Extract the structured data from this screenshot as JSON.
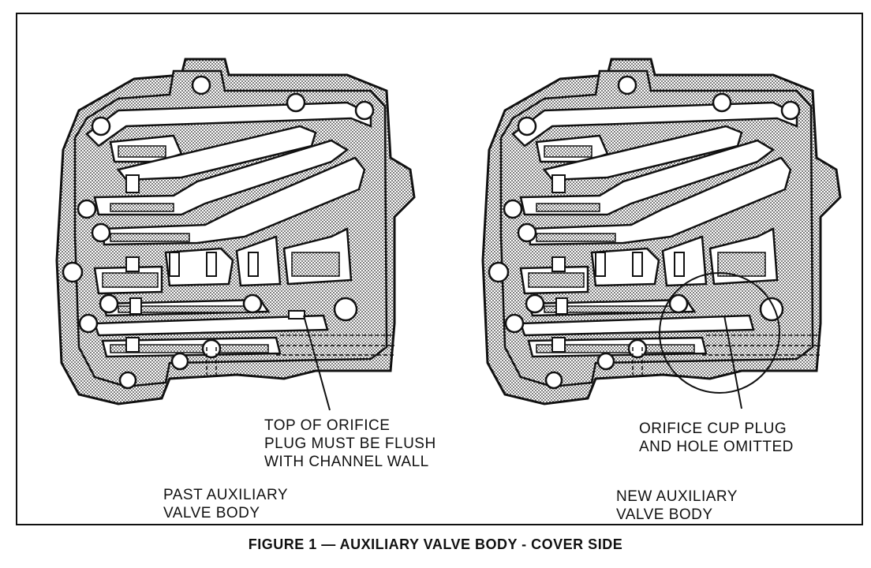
{
  "figure": {
    "caption": "FIGURE 1 — AUXILIARY VALVE BODY - COVER SIDE"
  },
  "left_panel": {
    "callout_lines": [
      "TOP OF ORIFICE",
      "PLUG MUST BE FLUSH",
      "WITH CHANNEL WALL"
    ],
    "title_lines": [
      "PAST AUXILIARY",
      "VALVE BODY"
    ]
  },
  "right_panel": {
    "callout_lines": [
      "ORIFICE CUP PLUG",
      "AND HOLE OMITTED"
    ],
    "title_lines": [
      "NEW AUXILIARY",
      "VALVE BODY"
    ]
  }
}
